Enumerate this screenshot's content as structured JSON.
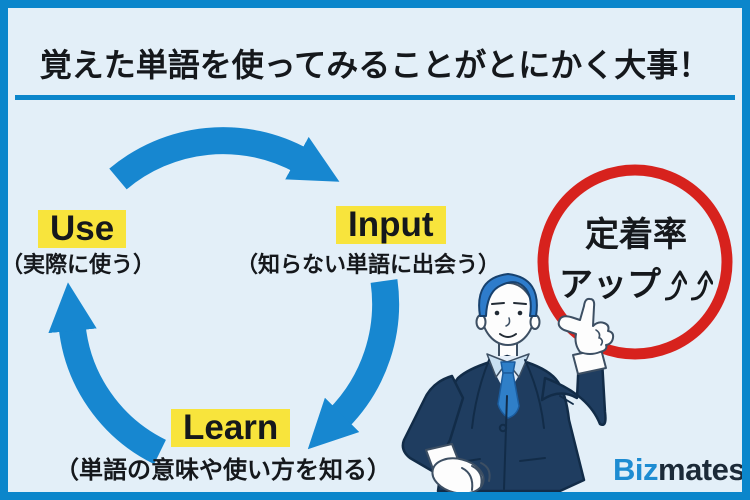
{
  "header": {
    "title": "覚えた単語を使ってみることがとにかく大事！"
  },
  "cycle": {
    "steps": [
      {
        "label": "Use",
        "caption": "（実際に使う）"
      },
      {
        "label": "Input",
        "caption": "（知らない単語に出会う）"
      },
      {
        "label": "Learn",
        "caption": "（単語の意味や使い方を知る）"
      }
    ]
  },
  "badge": {
    "line1": "定着率",
    "line2": "アップ"
  },
  "brand": {
    "logo_blue_part": "Biz",
    "logo_dark_part": "mates"
  },
  "icons": {
    "cycle_arrows": "three curved blue arrows forming a clockwise cycle",
    "badge_arrows": "two curved-up black arrows after アップ",
    "illustration": "businessman in navy suit pointing up at red circle"
  },
  "colors": {
    "border_blue": "#0b86cb",
    "background_light_blue": "#e3eff8",
    "arrow_blue": "#1787d0",
    "highlight_yellow": "#f8e43c",
    "emphasis_red": "#d7221d",
    "text_dark": "#15181c",
    "logo_blue": "#1e8cd2",
    "logo_dark": "#1c2a38",
    "suit_navy": "#1f3d60",
    "hair_blue": "#2e7ccb",
    "shirt_light_blue": "#c9e0f2",
    "tie_blue": "#2f7fc8"
  }
}
